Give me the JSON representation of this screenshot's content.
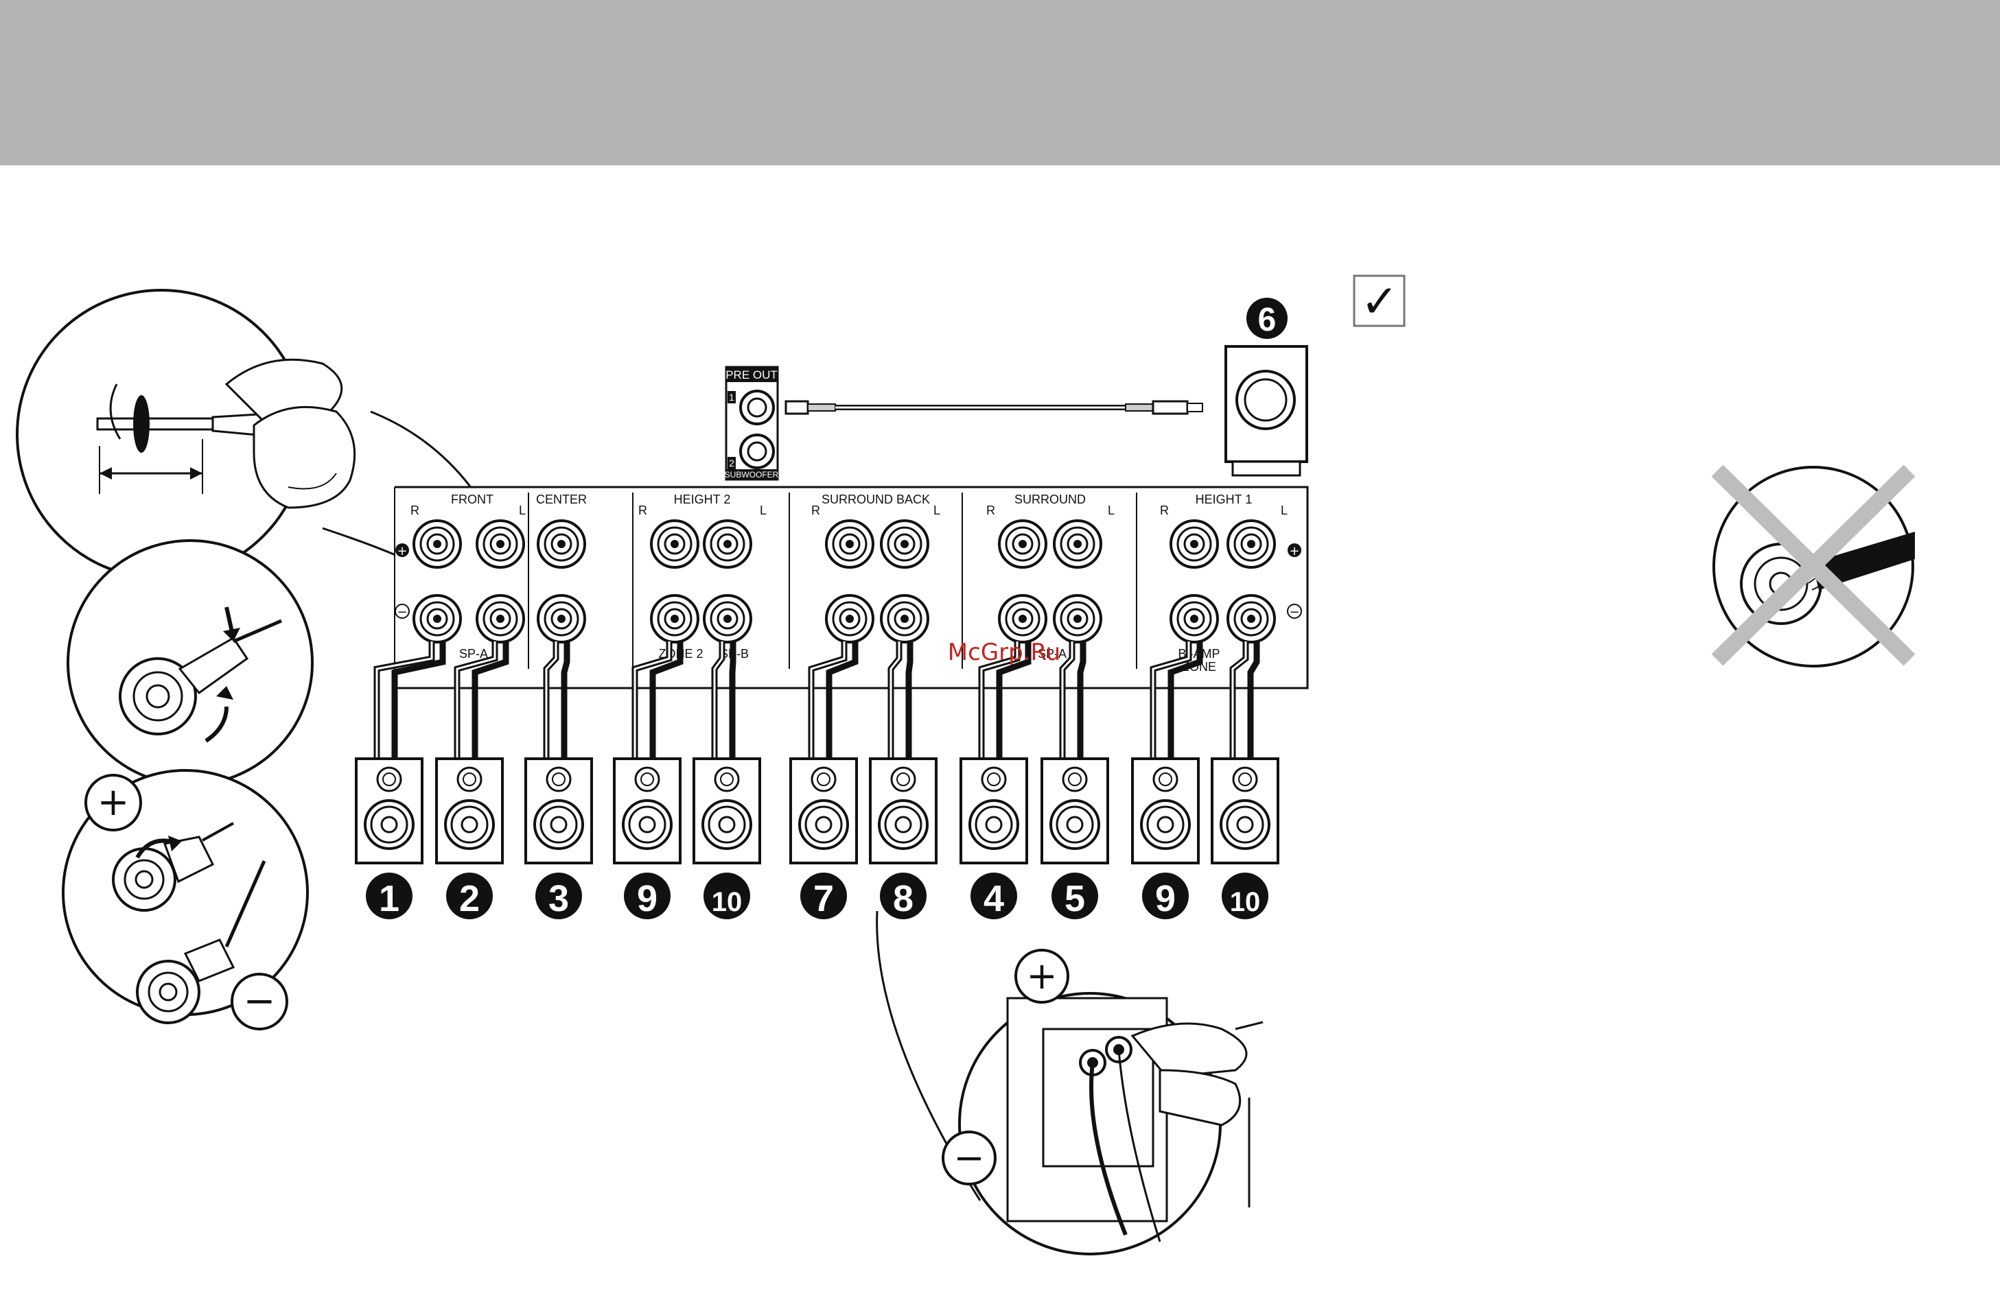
{
  "panel": {
    "groups": [
      {
        "label": "FRONT",
        "left": "R",
        "right": "L"
      },
      {
        "label": "CENTER"
      },
      {
        "label": "HEIGHT 2",
        "left": "R",
        "right": "L"
      },
      {
        "label": "SURROUND BACK",
        "left": "R",
        "right": "L"
      },
      {
        "label": "SURROUND",
        "left": "R",
        "right": "L"
      },
      {
        "label": "HEIGHT 1",
        "left": "R",
        "right": "L"
      }
    ],
    "bottom_labels": {
      "spa": "SP-A",
      "zone2": "ZONE 2",
      "spb": "SP-B",
      "spa2": "SP-A",
      "biamp": "Bi-AMP",
      "zone": "ZONE"
    },
    "plus_symbol": "+",
    "minus_symbol": "−"
  },
  "pre_out": {
    "title": "PRE OUT",
    "ch1": "1",
    "ch2": "2",
    "sub": "SUBWOOFER"
  },
  "subwoofer_number": "6",
  "speaker_numbers": [
    "1",
    "2",
    "3",
    "9",
    "10",
    "7",
    "8",
    "4",
    "5",
    "9",
    "10"
  ],
  "callout_symbols": {
    "plus": "+",
    "minus": "−"
  },
  "watermark": "McGrp.Ru",
  "checkbox_symbol": "✓"
}
